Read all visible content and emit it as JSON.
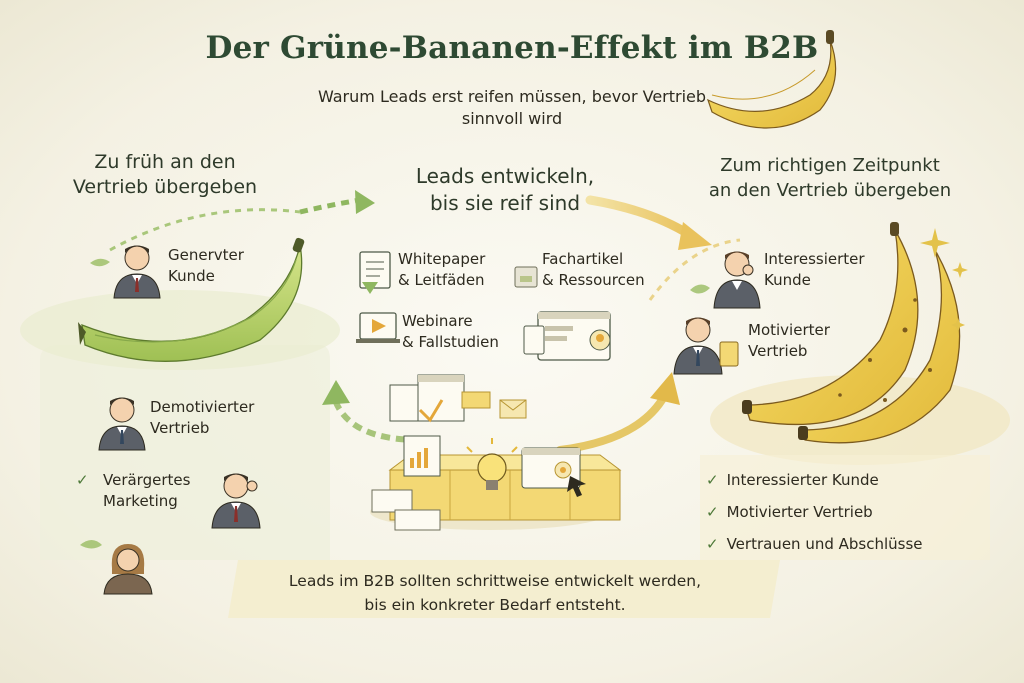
{
  "title": "Der Grüne-Bananen-Effekt im B2B",
  "subtitle_line1": "Warum Leads erst reifen müssen, bevor Vertrieb",
  "subtitle_line2": "sinnvoll wird",
  "left": {
    "heading_line1": "Zu früh an den",
    "heading_line2": "Vertrieb übergeben",
    "persona_top_line1": "Genervter",
    "persona_top_line2": "Kunde",
    "persona_mid_line1": "Demotivierter",
    "persona_mid_line2": "Vertrieb",
    "check_label_line1": "Verärgertes",
    "check_label_line2": "Marketing"
  },
  "middle": {
    "heading_line1": "Leads entwickeln,",
    "heading_line2": "bis sie reif sind",
    "items": [
      {
        "line1": "Whitepaper",
        "line2": "& Leitfäden"
      },
      {
        "line1": "Fachartikel",
        "line2": "& Ressourcen"
      },
      {
        "line1": "Webinare",
        "line2": "& Fallstudien"
      }
    ]
  },
  "right": {
    "heading_line1": "Zum richtigen Zeitpunkt",
    "heading_line2": "an den Vertrieb übergeben",
    "persona_top_line1": "Interessierter",
    "persona_top_line2": "Kunde",
    "persona_mid_line1": "Motivierter",
    "persona_mid_line2": "Vertrieb",
    "checklist": [
      "Interessierter Kunde",
      "Motivierter Vertrieb",
      "Vertrauen und Abschlüsse"
    ]
  },
  "bottom_line1": "Leads im B2B sollten schrittweise entwickelt werden,",
  "bottom_line2": "bis ein konkreter Bedarf entsteht.",
  "colors": {
    "title": "#2e4a33",
    "check": "#4f7a3a",
    "yellow_banana": "#f0cf4a",
    "green_banana": "#b9d36a"
  },
  "icons": [
    "person-icon",
    "document-icon",
    "video-icon",
    "browser-icon",
    "lightbulb-icon",
    "checkmark-icon",
    "sparkle-icon",
    "arrow-icon"
  ]
}
